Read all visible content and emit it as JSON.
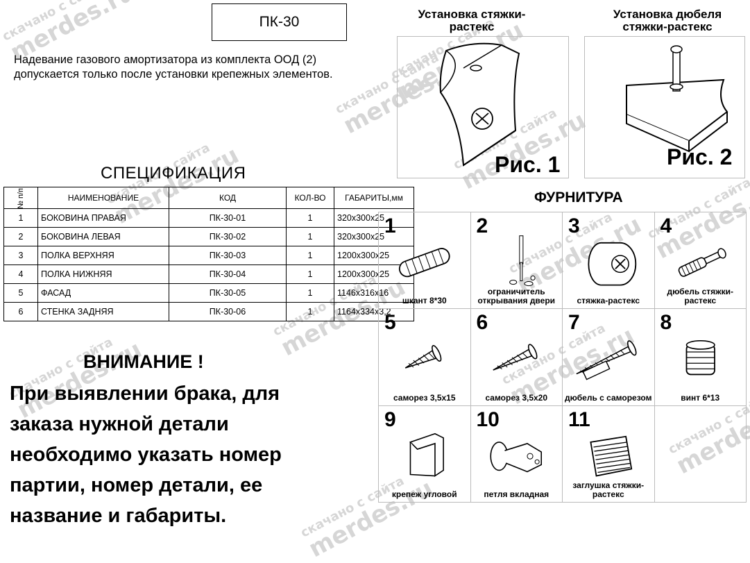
{
  "header": {
    "code": "ПК-30"
  },
  "note": "Надевание газового амортизатора из комплекта ООД (2) допускается только после установки крепежных элементов.",
  "figures": {
    "fig1": {
      "title": "Установка стяжки-растекс",
      "label": "Рис. 1"
    },
    "fig2": {
      "title": "Установка дюбеля стяжки-растекс",
      "label": "Рис. 2"
    }
  },
  "spec": {
    "title": "СПЕЦИФИКАЦИЯ",
    "headers": {
      "num": "№ п/п",
      "name": "НАИМЕНОВАНИЕ",
      "code": "КОД",
      "qty": "КОЛ-ВО",
      "dims": "ГАБАРИТЫ,мм"
    },
    "rows": [
      {
        "num": "1",
        "name": "БОКОВИНА ПРАВАЯ",
        "code": "ПК-30-01",
        "qty": "1",
        "dims": "320x300x25"
      },
      {
        "num": "2",
        "name": "БОКОВИНА ЛЕВАЯ",
        "code": "ПК-30-02",
        "qty": "1",
        "dims": "320x300x25"
      },
      {
        "num": "3",
        "name": "ПОЛКА ВЕРХНЯЯ",
        "code": "ПК-30-03",
        "qty": "1",
        "dims": "1200x300x25"
      },
      {
        "num": "4",
        "name": "ПОЛКА НИЖНЯЯ",
        "code": "ПК-30-04",
        "qty": "1",
        "dims": "1200x300x25"
      },
      {
        "num": "5",
        "name": "ФАСАД",
        "code": "ПК-30-05",
        "qty": "1",
        "dims": "1146x316x16"
      },
      {
        "num": "6",
        "name": "СТЕНКА ЗАДНЯЯ",
        "code": "ПК-30-06",
        "qty": "1",
        "dims": "1164x334x3,2"
      }
    ]
  },
  "warning": {
    "title": "ВНИМАНИЕ !",
    "body": "При выявлении брака, для заказа нужной детали необходимо указать номер партии, номер детали, ее название и габариты."
  },
  "fittings": {
    "title": "ФУРНИТУРА",
    "items": [
      {
        "num": "1",
        "label": "шкант 8*30",
        "icon": "dowel-icon"
      },
      {
        "num": "2",
        "label": "ограничитель открывания двери",
        "icon": "door-limiter-icon"
      },
      {
        "num": "3",
        "label": "стяжка-растекс",
        "icon": "cam-lock-icon"
      },
      {
        "num": "4",
        "label": "дюбель стяжки-растекс",
        "icon": "cam-bolt-icon"
      },
      {
        "num": "5",
        "label": "саморез 3,5х15",
        "icon": "screw-short-icon"
      },
      {
        "num": "6",
        "label": "саморез 3,5х20",
        "icon": "screw-icon"
      },
      {
        "num": "7",
        "label": "дюбель с саморезом",
        "icon": "anchor-screw-icon"
      },
      {
        "num": "8",
        "label": "винт 6*13",
        "icon": "insert-screw-icon"
      },
      {
        "num": "9",
        "label": "крепеж угловой",
        "icon": "corner-bracket-icon"
      },
      {
        "num": "10",
        "label": "петля вкладная",
        "icon": "hinge-icon"
      },
      {
        "num": "11",
        "label": "заглушка стяжки-растекс",
        "icon": "cap-plug-icon"
      },
      {
        "num": "",
        "label": "",
        "icon": ""
      }
    ]
  },
  "watermark": {
    "line1": "скачано с сайта",
    "line2": "merdes.ru"
  }
}
